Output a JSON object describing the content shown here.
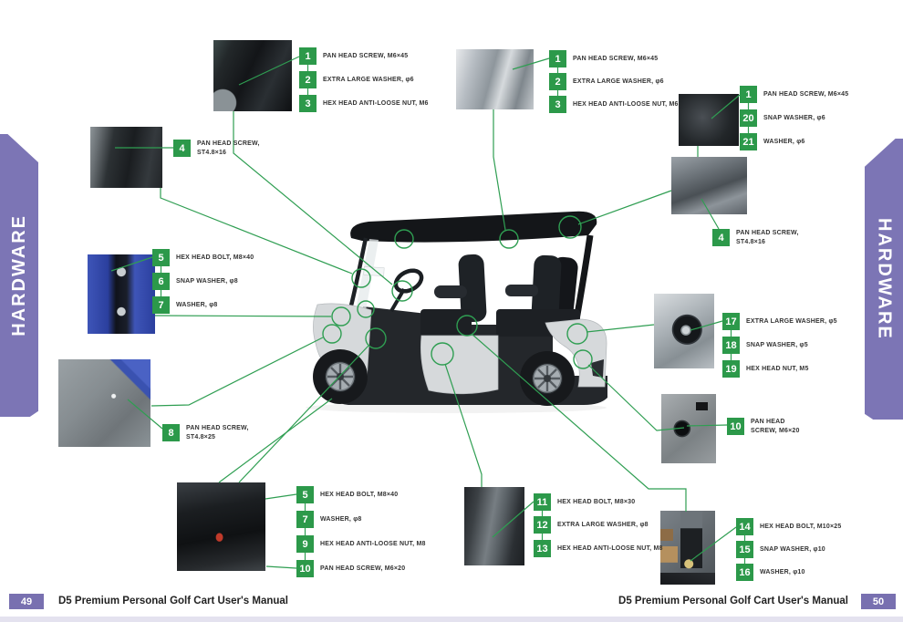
{
  "banners": {
    "left": "HARDWARE",
    "right": "HARDWARE"
  },
  "footer": {
    "left": {
      "page": "49",
      "title": "D5 Premium Personal Golf Cart User's Manual"
    },
    "right": {
      "page": "50",
      "title": "D5 Premium Personal Golf Cart User's Manual"
    }
  },
  "colors": {
    "badge_green": "#2c994a",
    "line_green": "#2f9e52",
    "banner_purple": "#7c75b5",
    "page_box_purple": "#7870b0"
  },
  "callouts": [
    {
      "num": "1",
      "label": "PAN HEAD SCREW, M6×45"
    },
    {
      "num": "2",
      "label": "EXTRA LARGE WASHER, φ6"
    },
    {
      "num": "3",
      "label": "HEX HEAD ANTI-LOOSE NUT, M6"
    },
    {
      "num": "1",
      "label": "PAN HEAD SCREW, M6×45"
    },
    {
      "num": "2",
      "label": "EXTRA LARGE WASHER, φ6"
    },
    {
      "num": "3",
      "label": "HEX HEAD ANTI-LOOSE NUT, M6"
    },
    {
      "num": "1",
      "label": "PAN HEAD SCREW, M6×45"
    },
    {
      "num": "20",
      "label": "SNAP WASHER, φ6"
    },
    {
      "num": "21",
      "label": "WASHER, φ6"
    },
    {
      "num": "4",
      "label": "PAN HEAD SCREW,\nST4.8×16"
    },
    {
      "num": "4",
      "label": "PAN HEAD SCREW,\nST4.8×16"
    },
    {
      "num": "5",
      "label": "HEX HEAD BOLT, M8×40"
    },
    {
      "num": "6",
      "label": "SNAP WASHER, φ8"
    },
    {
      "num": "7",
      "label": "WASHER, φ8"
    },
    {
      "num": "8",
      "label": "PAN HEAD SCREW,\nST4.8×25"
    },
    {
      "num": "5",
      "label": "HEX HEAD BOLT, M8×40"
    },
    {
      "num": "7",
      "label": "WASHER, φ8"
    },
    {
      "num": "9",
      "label": "HEX HEAD ANTI-LOOSE NUT, M8"
    },
    {
      "num": "10",
      "label": "PAN HEAD SCREW, M6×20"
    },
    {
      "num": "11",
      "label": "HEX HEAD BOLT, M8×30"
    },
    {
      "num": "12",
      "label": "EXTRA LARGE WASHER, φ8"
    },
    {
      "num": "13",
      "label": "HEX HEAD ANTI-LOOSE NUT, M8"
    },
    {
      "num": "14",
      "label": "HEX HEAD BOLT, M10×25"
    },
    {
      "num": "15",
      "label": "SNAP WASHER, φ10"
    },
    {
      "num": "16",
      "label": "WASHER, φ10"
    },
    {
      "num": "17",
      "label": "EXTRA LARGE WASHER, φ5"
    },
    {
      "num": "18",
      "label": "SNAP WASHER, φ5"
    },
    {
      "num": "19",
      "label": "HEX HEAD NUT, M5"
    },
    {
      "num": "10",
      "label": "PAN HEAD\nSCREW, M6×20"
    }
  ]
}
